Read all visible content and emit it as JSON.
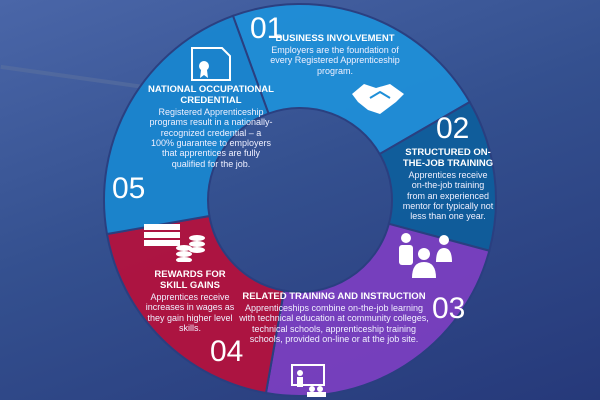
{
  "segments": [
    {
      "number": "01",
      "title": "BUSINESS INVOLVEMENT",
      "body": "Employers are the foundation of every Registered Apprenticeship program.",
      "icon": "handshake-icon",
      "color": "#1f8fd8"
    },
    {
      "number": "02",
      "title": "STRUCTURED ON-THE-JOB TRAINING",
      "body": "Apprentices receive on-the-job training from an experienced mentor for typically not less than one year.",
      "icon": "mentor-people-icon",
      "color": "#0f5e9c"
    },
    {
      "number": "03",
      "title": "RELATED TRAINING AND INSTRUCTION",
      "body": "Apprenticeships combine on-the-job learning with technical education at community colleges, technical schools, apprenticeship training schools, provided on-line or at the job site.",
      "icon": "classroom-icon",
      "color": "#7a3fc0"
    },
    {
      "number": "04",
      "title": "REWARDS FOR SKILL GAINS",
      "body": "Apprentices receive increases in wages as they gain higher level skills.",
      "icon": "money-icon",
      "color": "#b3123e"
    },
    {
      "number": "05",
      "title": "NATIONAL OCCUPATIONAL CREDENTIAL",
      "body": "Registered Apprenticeship programs result in a nationally-recognized credential – a 100% guarantee to employers that apprentices are fully qualified for the job.",
      "icon": "certificate-icon",
      "color": "#1a86cf"
    }
  ]
}
